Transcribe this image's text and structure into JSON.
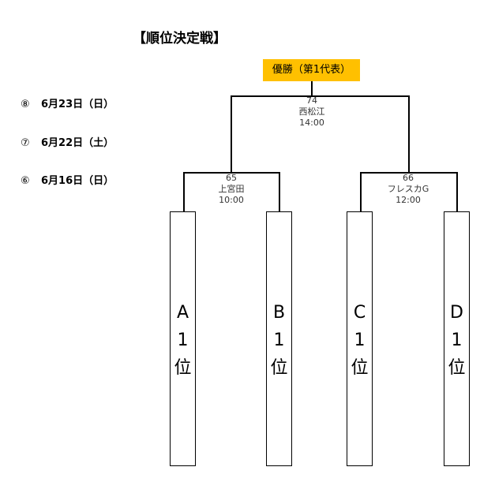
{
  "title": "【順位決定戦】",
  "rounds": [
    {
      "num": "⑧",
      "date": "6月23日（日）"
    },
    {
      "num": "⑦",
      "date": "6月22日（土）"
    },
    {
      "num": "⑥",
      "date": "6月16日（日）"
    }
  ],
  "final": {
    "winner_label": "優勝（第1代表）",
    "match_no": "74",
    "venue": "西松江",
    "time": "14:00"
  },
  "semifinals": [
    {
      "match_no": "65",
      "venue": "上宮田",
      "time": "10:00"
    },
    {
      "match_no": "66",
      "venue": "フレスカG",
      "time": "12:00"
    }
  ],
  "teams": [
    {
      "letter": "A",
      "rank_num": "1",
      "rank_suffix": "位"
    },
    {
      "letter": "B",
      "rank_num": "1",
      "rank_suffix": "位"
    },
    {
      "letter": "C",
      "rank_num": "1",
      "rank_suffix": "位"
    },
    {
      "letter": "D",
      "rank_num": "1",
      "rank_suffix": "位"
    }
  ],
  "colors": {
    "winner_box": "#ffc000",
    "lines": "#000000",
    "background": "#ffffff"
  }
}
